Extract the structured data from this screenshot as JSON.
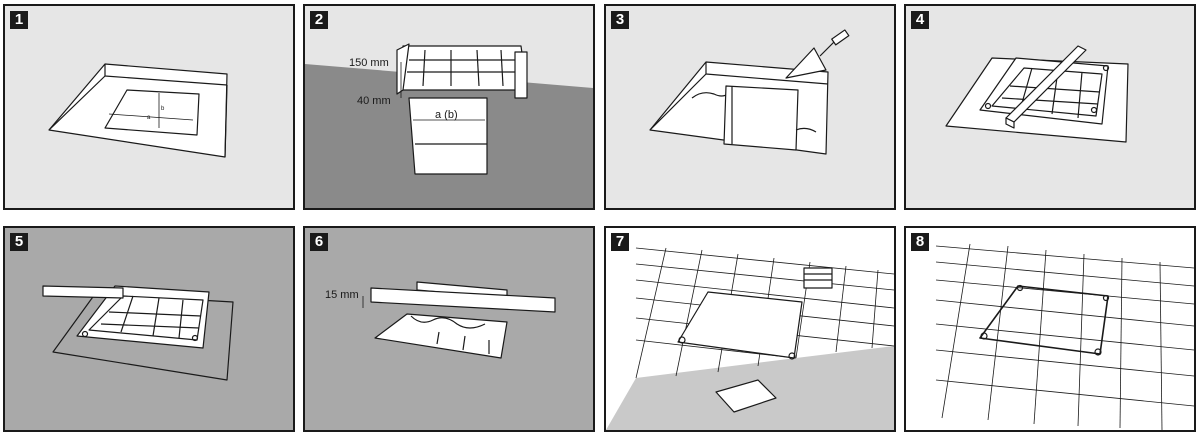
{
  "steps": [
    {
      "number": "1"
    },
    {
      "number": "2",
      "label_a": "150 mm",
      "label_b": "40 mm",
      "label_c": "a (b)"
    },
    {
      "number": "3"
    },
    {
      "number": "4"
    },
    {
      "number": "5"
    },
    {
      "number": "6",
      "label_a": "15 mm"
    },
    {
      "number": "7"
    },
    {
      "number": "8"
    }
  ],
  "pit_labels": {
    "a": "a",
    "b": "b"
  },
  "colors": {
    "light_background": "#e6e6e6",
    "dark_background": "#a9a9a9",
    "mid_background": "#c9c9c9",
    "line": "#1a1a1a",
    "surface": "#ffffff"
  }
}
